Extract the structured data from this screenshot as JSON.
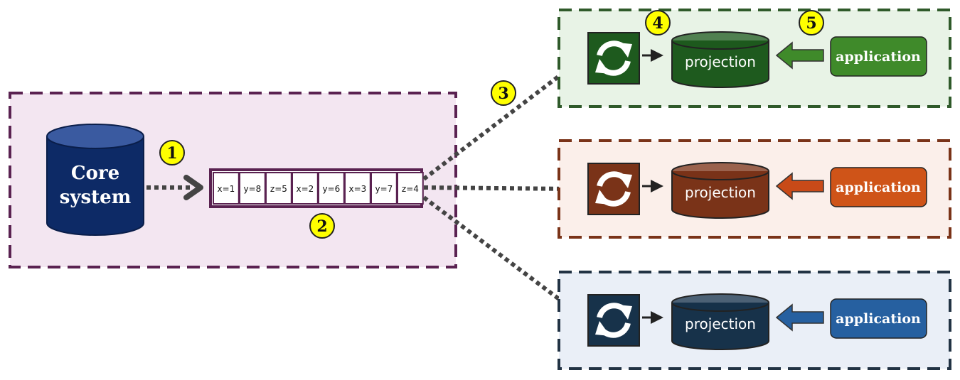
{
  "core": {
    "label_line1": "Core",
    "label_line2": "system"
  },
  "log_entries": [
    "x=1",
    "y=8",
    "z=5",
    "x=2",
    "y=6",
    "x=3",
    "y=7",
    "z=4"
  ],
  "steps": [
    "1",
    "2",
    "3",
    "4",
    "5"
  ],
  "consumers": [
    {
      "projection": "projection",
      "application": "application",
      "colors": {
        "bg": "#e8f3e6",
        "border": "#2f5a2a",
        "dark": "#1e5a1e",
        "app": "#3f8a2a",
        "arrow": "#3f8a2a"
      }
    },
    {
      "projection": "projection",
      "application": "application",
      "colors": {
        "bg": "#fbefea",
        "border": "#7a3318",
        "dark": "#7a3318",
        "app": "#cf5418",
        "arrow": "#c84a18"
      }
    },
    {
      "projection": "projection",
      "application": "application",
      "colors": {
        "bg": "#eaeff7",
        "border": "#223344",
        "dark": "#17324a",
        "app": "#2660a0",
        "arrow": "#2660a0"
      }
    }
  ],
  "colors": {
    "core_bg": "#f3e6f1",
    "core_border": "#5a2251",
    "core_db": "#0d2a66",
    "log_border": "#5a2251",
    "badge": "#ffff00",
    "connector": "#444444"
  }
}
